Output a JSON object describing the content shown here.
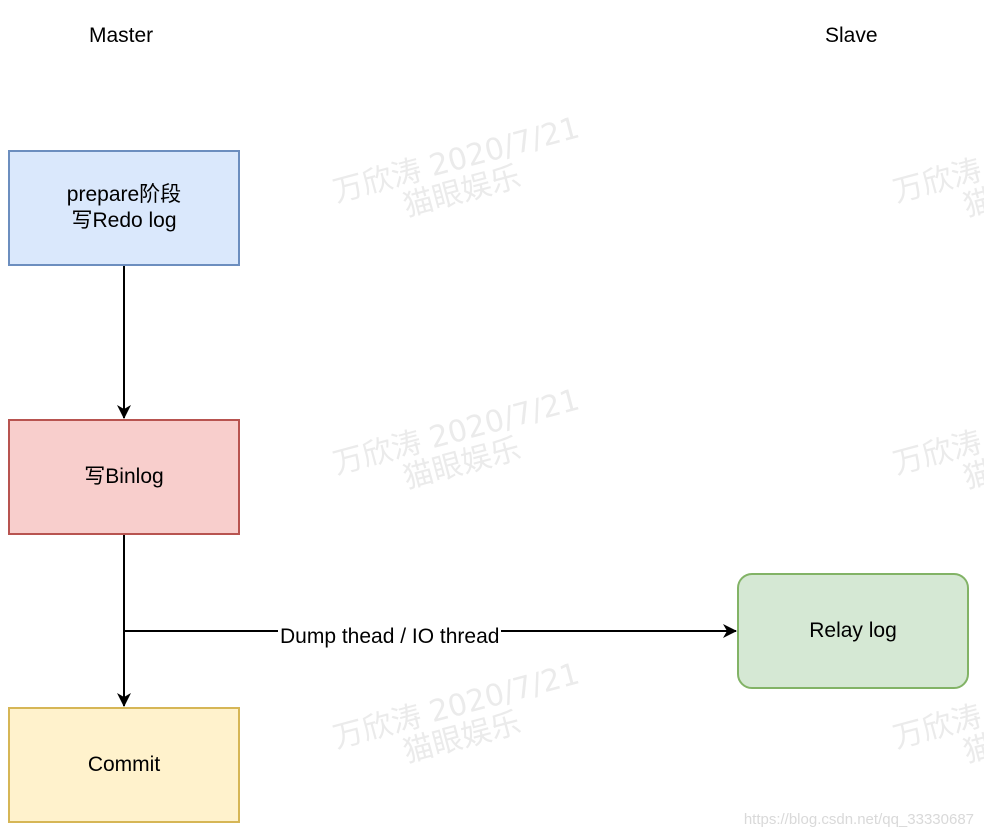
{
  "columns": {
    "master": "Master",
    "slave": "Slave"
  },
  "nodes": {
    "prepare": {
      "lines": [
        "prepare阶段",
        "写Redo log"
      ],
      "fill": "#dae8fc",
      "stroke": "#6c8ebf"
    },
    "binlog": {
      "lines": [
        "写Binlog"
      ],
      "fill": "#f8cecc",
      "stroke": "#b85450"
    },
    "commit": {
      "lines": [
        "Commit"
      ],
      "fill": "#fff2cc",
      "stroke": "#d6b656"
    },
    "relay": {
      "lines": [
        "Relay log"
      ],
      "fill": "#d5e8d4",
      "stroke": "#82b366"
    }
  },
  "edges": {
    "replication_label": "Dump thead / IO thread",
    "color": "#000000"
  },
  "watermark": {
    "line1": "万欣涛 2020/7/21",
    "line2": "猫眼娱乐"
  },
  "credit": "https://blog.csdn.net/qq_33330687"
}
